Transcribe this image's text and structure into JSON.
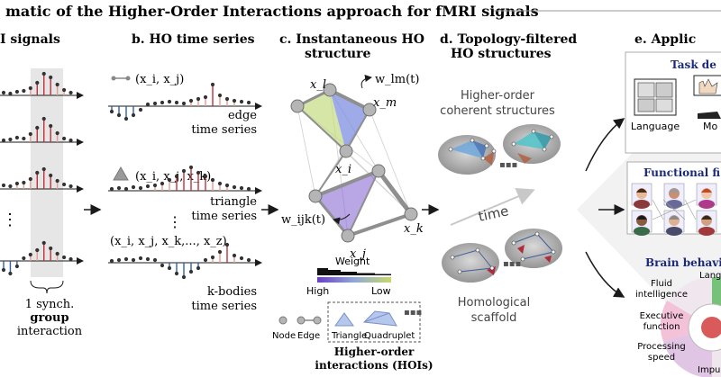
{
  "title": "matic of the Higher-Order Interactions approach for fMRI signals",
  "columns": {
    "a": "I signals",
    "b": "b. HO time series",
    "c": [
      "c. Instantaneous HO",
      "structure"
    ],
    "d": [
      "d. Topology-filtered",
      "HO structures"
    ],
    "e": "e. Applic"
  },
  "col_a": {
    "ellipsis": "⋮",
    "caption": [
      "1 synch.",
      "group",
      "interaction"
    ]
  },
  "col_b": {
    "edge_tuple": "(x_i, x_j)",
    "triangle_tuple": "(x_i, x_j, x_k)",
    "kbody_tuple": "(x_i, x_j, x_k,..., x_z)",
    "edge_label": [
      "edge",
      "time series"
    ],
    "triangle_label": [
      "triangle",
      "time series"
    ],
    "kbody_label": [
      "k-bodies",
      "time series"
    ],
    "ellipsis": "⋮"
  },
  "col_c": {
    "nodes": [
      "x_l",
      "x_m",
      "x_i",
      "x_j",
      "x_k"
    ],
    "weight_lm": "w_lm(t)",
    "weight_ijk": "w_ijk(t)",
    "weight_legend_title": "Weight",
    "weight_high": "High",
    "weight_low": "Low",
    "legend_items": [
      "Node",
      "Edge",
      "Triangle",
      "Quadruplet"
    ],
    "legend_caption": [
      "Higher-order",
      "interactions (HOIs)"
    ]
  },
  "col_d": {
    "top_label": [
      "Higher-order",
      "coherent structures"
    ],
    "time_label": "time",
    "bottom_label": [
      "Homological",
      "scaffold"
    ]
  },
  "col_e": {
    "task_title": "Task de",
    "task_items": [
      "Language",
      "Mo"
    ],
    "functional_title": "Functional fi",
    "brain_title": "Brain behavi",
    "behaviors": [
      "Lang",
      "Fluid",
      "intelligence",
      "Executive",
      "function",
      "Processing",
      "speed",
      "Impu"
    ]
  },
  "colors": {
    "red_stem": "#c0303a",
    "blue_stem": "#2f5fa8",
    "band": "#e6e6e6",
    "navy": "#1b2a78",
    "weight_high": "#6a3fc4",
    "weight_low": "#c8d86a"
  }
}
